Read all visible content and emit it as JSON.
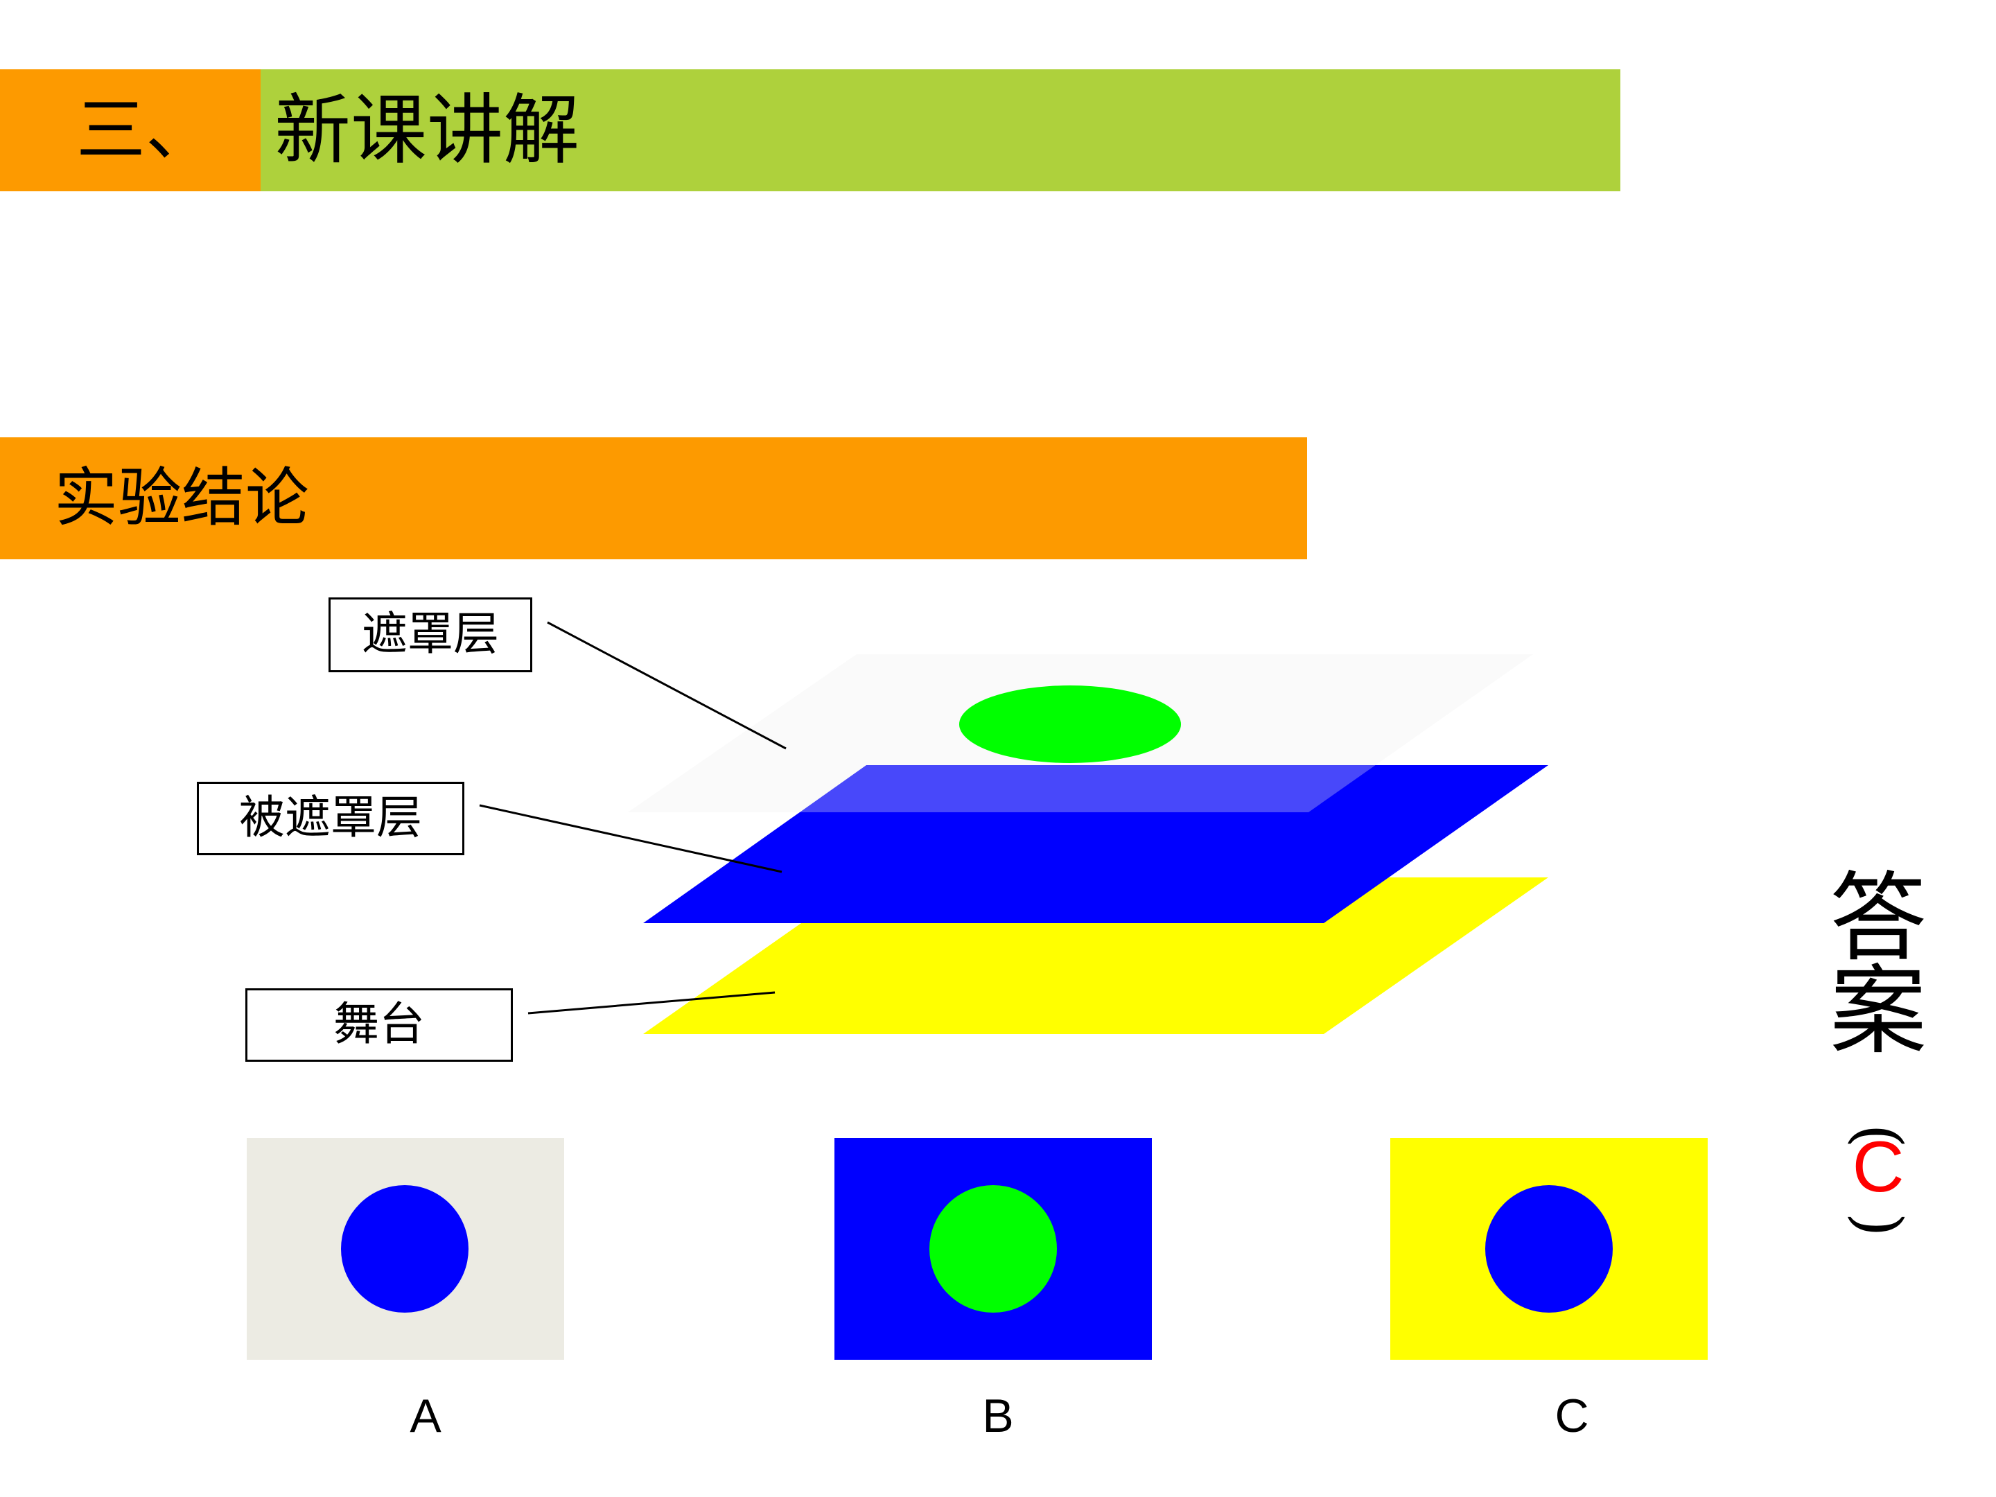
{
  "header": {
    "section_number": "三、",
    "section_title": "新课讲解"
  },
  "conclusion": {
    "title": "实验结论"
  },
  "diagram": {
    "labels": {
      "mask_layer": "遮罩层",
      "masked_layer": "被遮罩层",
      "stage": "舞台"
    },
    "colors": {
      "mask_layer": "#f0f0f0",
      "mask_shape": "#00ff00",
      "masked_layer": "#0000ff",
      "stage": "#ffff00"
    }
  },
  "options": [
    {
      "label": "A",
      "background": "#ecebe3",
      "circle": "#0000ff"
    },
    {
      "label": "B",
      "background": "#0000ff",
      "circle": "#00ff00"
    },
    {
      "label": "C",
      "background": "#ffff00",
      "circle": "#0000ff"
    }
  ],
  "answer": {
    "char1": "答",
    "char2": "案",
    "paren_open": "(",
    "value": "C",
    "paren_close": ")"
  },
  "colors": {
    "orange": "#fd9a00",
    "green_bar": "#aed13c",
    "answer_red": "#ff0000"
  }
}
